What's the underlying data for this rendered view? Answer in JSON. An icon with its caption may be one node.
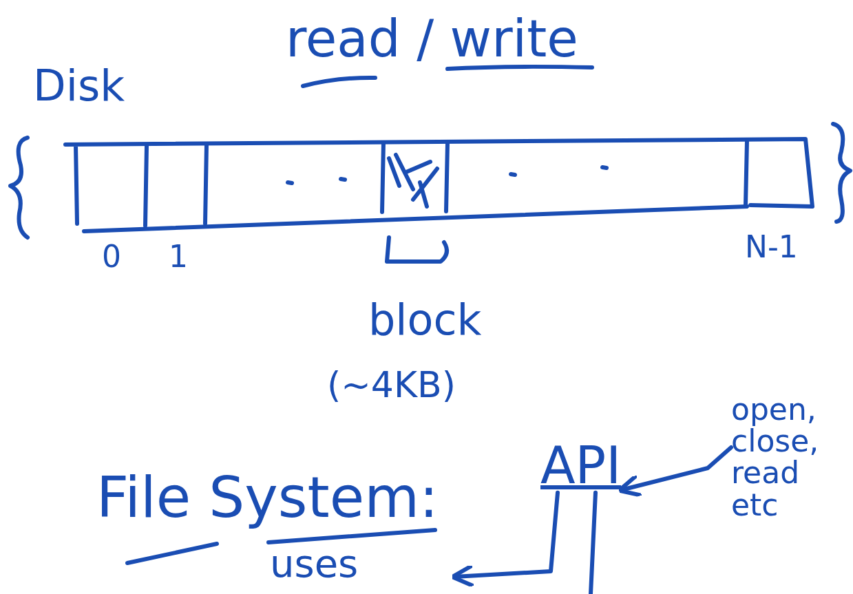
{
  "diagram": {
    "title": "read / write",
    "nodes": [
      {
        "text": [
          "API"
        ]
      },
      {
        "text": [
          "open, close, read etc"
        ]
      }
    ],
    "edges": [
      {
        "from": 1,
        "to": 0,
        "arrow": "to"
      },
      {
        "from": 0,
        "to": null,
        "arrow": "to"
      },
      {
        "from": 0,
        "to": null,
        "arrow": "none"
      }
    ],
    "labels": [
      "Disk",
      "0",
      "1",
      "N-1",
      "block",
      "(~4KB)",
      "File System:",
      "uses"
    ]
  }
}
